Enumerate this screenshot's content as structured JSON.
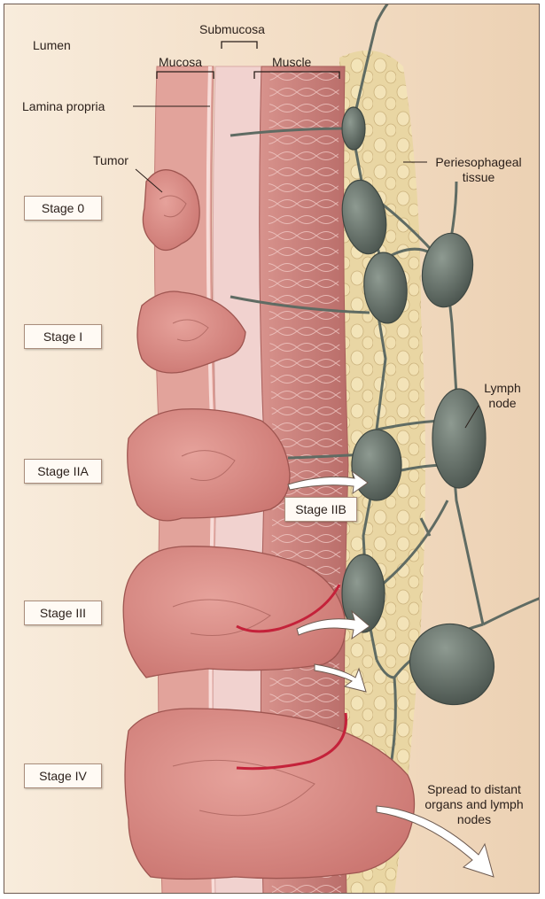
{
  "labels": {
    "lumen": "Lumen",
    "submucosa": "Submucosa",
    "mucosa": "Mucosa",
    "muscle": "Muscle",
    "lamina_propria": "Lamina propria",
    "tumor": "Tumor",
    "periesophageal_tissue": "Periesophageal tissue",
    "lymph_node": "Lymph node",
    "spread": "Spread to distant organs and lymph nodes"
  },
  "stages": [
    "Stage 0",
    "Stage I",
    "Stage IIA",
    "Stage IIB",
    "Stage III",
    "Stage IV"
  ],
  "colors": {
    "background_left": "#f5e6d3",
    "mucosa": "#e2a39b",
    "submucosa": "#f1d2cf",
    "muscle": "#c97f7a",
    "tumor": "#d88983",
    "fat": "#e8d49a",
    "lymph": "#5f6b63",
    "vessel": "#c4223a"
  }
}
